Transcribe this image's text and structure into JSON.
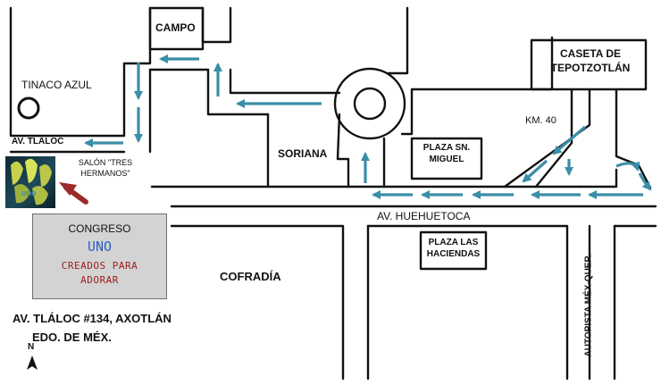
{
  "labels": {
    "campo": "CAMPO",
    "caseta": "CASETA DE TEPOTZOTLÁN",
    "tinaco": "TINACO AZUL",
    "av_tlaloc": "AV. TLÁLOC",
    "salon": "SALÓN \"TRES HERMANOS\"",
    "soriana": "SORIANA",
    "plaza_miguel": "PLAZA SN. MIGUEL",
    "km40": "KM. 40",
    "huehuetoca": "AV. HUEHUETOCA",
    "plaza_haciendas": "PLAZA LAS HACIENDAS",
    "cofradia": "COFRADÍA",
    "autopista": "AUTOPISTA MÉX-QUER.",
    "address_line1": "AV. TLÁLOC #134, AXOTLÁN",
    "address_line2": "EDO. DE MÉX.",
    "north": "N"
  },
  "congreso": {
    "line1": "CONGRESO",
    "line2": "UNO",
    "line3": "CREADOS PARA",
    "line4": "ADORAR"
  },
  "colors": {
    "route_arrow": "#3b8ea8",
    "location_arrow": "#9b2a2a",
    "congreso_box": "#d3d3d3",
    "uno_text": "#2f5fc4",
    "slogan_text": "#9b1c1c"
  },
  "icons": [
    "north-arrow-icon",
    "location-pointer-arrow-icon",
    "route-arrow-icon",
    "salon-logo-icon"
  ]
}
